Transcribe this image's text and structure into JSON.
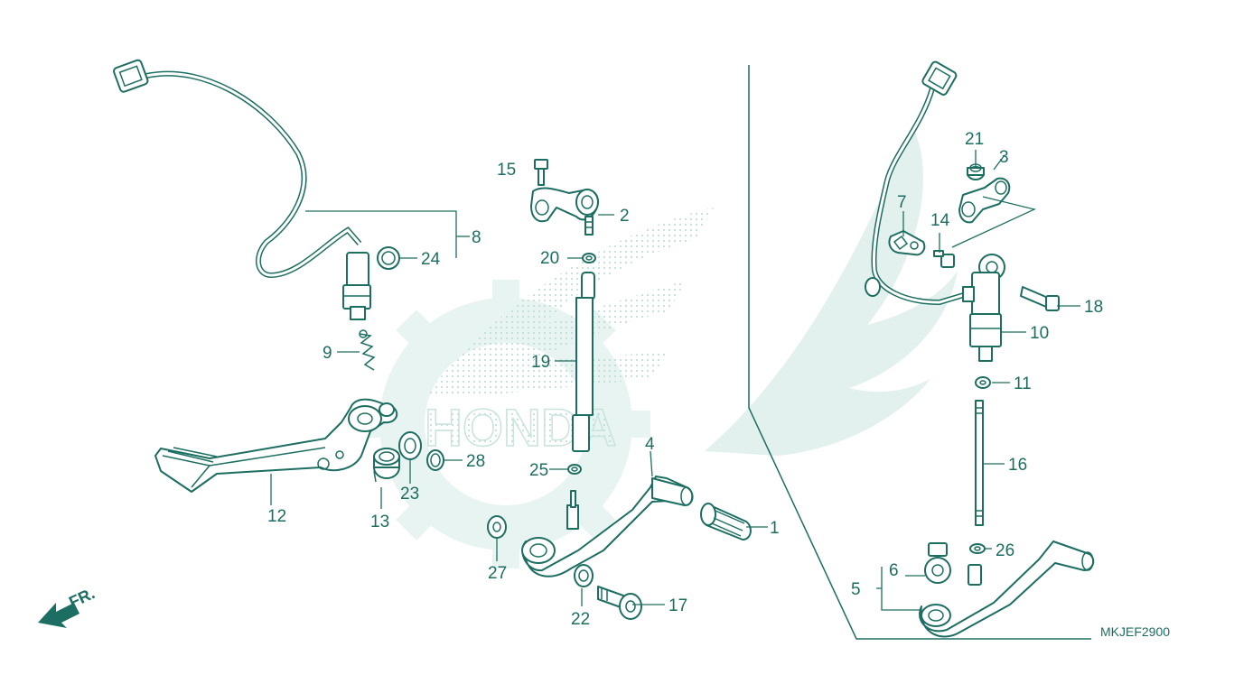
{
  "diagram_code": "MKJEF2900",
  "front_label": "FR.",
  "watermark_text": "HONDA",
  "colors": {
    "ink": "#1d6e62",
    "watermark_fill": "#dff0ec",
    "watermark_dots": "#b9d9d2",
    "background": "#ffffff"
  },
  "callouts": [
    {
      "id": "1",
      "label": "1"
    },
    {
      "id": "2",
      "label": "2"
    },
    {
      "id": "3",
      "label": "3"
    },
    {
      "id": "4",
      "label": "4"
    },
    {
      "id": "5",
      "label": "5"
    },
    {
      "id": "6",
      "label": "6"
    },
    {
      "id": "7",
      "label": "7"
    },
    {
      "id": "8",
      "label": "8"
    },
    {
      "id": "9",
      "label": "9"
    },
    {
      "id": "10",
      "label": "10"
    },
    {
      "id": "11",
      "label": "11"
    },
    {
      "id": "12",
      "label": "12"
    },
    {
      "id": "13",
      "label": "13"
    },
    {
      "id": "14",
      "label": "14"
    },
    {
      "id": "15",
      "label": "15"
    },
    {
      "id": "16",
      "label": "16"
    },
    {
      "id": "17",
      "label": "17"
    },
    {
      "id": "18",
      "label": "18"
    },
    {
      "id": "19",
      "label": "19"
    },
    {
      "id": "20",
      "label": "20"
    },
    {
      "id": "21",
      "label": "21"
    },
    {
      "id": "22",
      "label": "22"
    },
    {
      "id": "23",
      "label": "23"
    },
    {
      "id": "24",
      "label": "24"
    },
    {
      "id": "25",
      "label": "25"
    },
    {
      "id": "26",
      "label": "26"
    },
    {
      "id": "27",
      "label": "27"
    },
    {
      "id": "28",
      "label": "28"
    }
  ]
}
